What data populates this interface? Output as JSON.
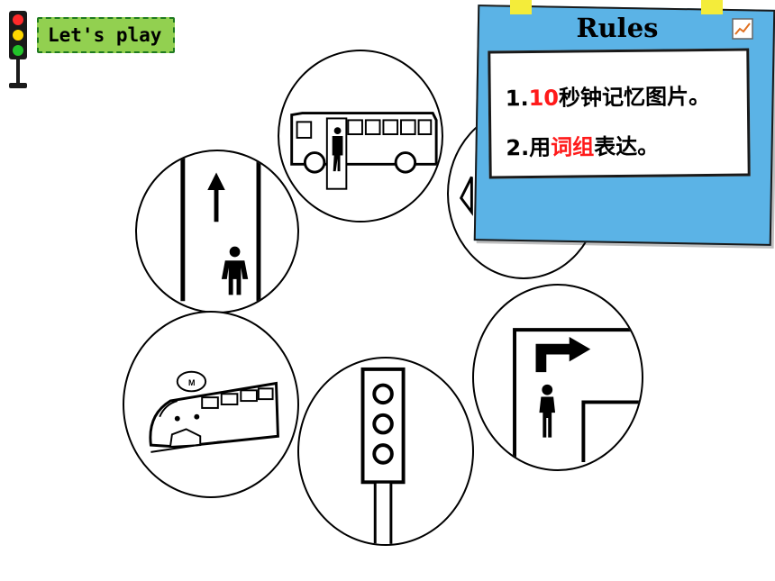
{
  "header": {
    "badge_label": "Let's play"
  },
  "rules": {
    "title": "Rules",
    "line1_prefix": "1.",
    "line1_highlight": "10",
    "line1_suffix": "秒钟记忆图片。",
    "line2_prefix": "2.用",
    "line2_highlight": "词组",
    "line2_suffix": "表达。"
  },
  "cards": [
    {
      "icon": "go-straight-icon"
    },
    {
      "icon": "bus-icon"
    },
    {
      "icon": "road-sign-icon"
    },
    {
      "icon": "subway-train-icon",
      "badge": "M"
    },
    {
      "icon": "traffic-light-icon"
    },
    {
      "icon": "turn-right-icon"
    }
  ],
  "colors": {
    "badge_bg": "#92d050",
    "board_bg": "#5bb3e6",
    "tape": "#f4ec3a",
    "highlight": "#ff1a1a"
  }
}
